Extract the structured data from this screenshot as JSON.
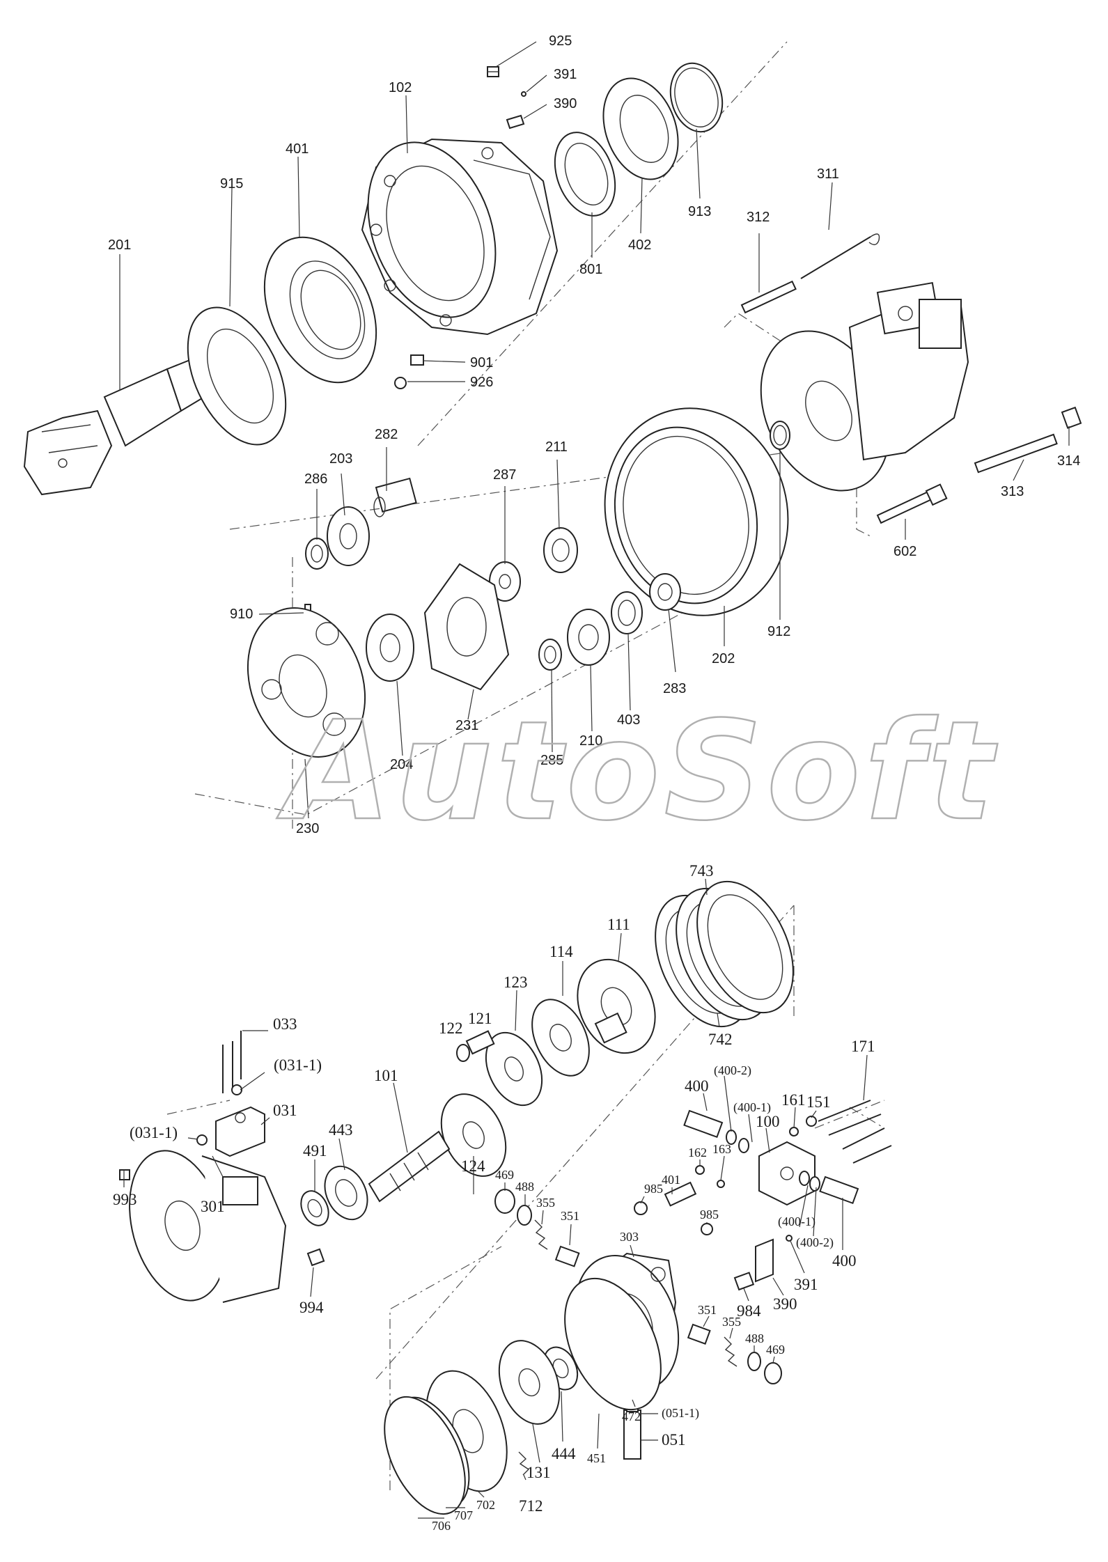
{
  "watermark": "AutoSoft",
  "upper_assembly": {
    "labels": {
      "p925": "925",
      "p391": "391",
      "p390": "390",
      "p102": "102",
      "p401": "401",
      "p915": "915",
      "p913": "913",
      "p311": "311",
      "p312": "312",
      "p201": "201",
      "p801": "801",
      "p402": "402",
      "p901": "901",
      "p926": "926",
      "p282": "282",
      "p203": "203",
      "p286": "286",
      "p211": "211",
      "p287": "287",
      "p314": "314",
      "p313": "313",
      "p602": "602",
      "p910": "910",
      "p912": "912",
      "p202": "202",
      "p283": "283",
      "p403": "403",
      "p231": "231",
      "p210": "210",
      "p285": "285",
      "p204": "204",
      "p230": "230"
    }
  },
  "lower_assembly": {
    "labels": {
      "p743": "743",
      "p111": "111",
      "p114": "114",
      "p123": "123",
      "p742": "742",
      "p033": "033",
      "p122": "122",
      "p121": "121",
      "p031_1a": "(031-1)",
      "p101": "101",
      "p171": "171",
      "p400a": "400",
      "p400_2a": "(400-2)",
      "p031": "031",
      "p443": "443",
      "p491": "491",
      "p400_1a": "(400-1)",
      "p151": "151",
      "p161": "161",
      "p031_1b": "(031-1)",
      "p100": "100",
      "p163": "163",
      "p162": "162",
      "p124": "124",
      "p469a": "469",
      "p488a": "488",
      "p401": "401",
      "p993": "993",
      "p301": "301",
      "p355a": "355",
      "p985a": "985",
      "p351a": "351",
      "p303": "303",
      "p985b": "985",
      "p400_1b": "(400-1)",
      "p400_2b": "(400-2)",
      "p400b": "400",
      "p391": "391",
      "p390": "390",
      "p984": "984",
      "p994": "994",
      "p351b": "351",
      "p355b": "355",
      "p488b": "488",
      "p469b": "469",
      "p051_1": "(051-1)",
      "p472": "472",
      "p051": "051",
      "p444": "444",
      "p451": "451",
      "p131": "131",
      "p706": "706",
      "p707": "707",
      "p702": "702",
      "p712": "712"
    }
  }
}
